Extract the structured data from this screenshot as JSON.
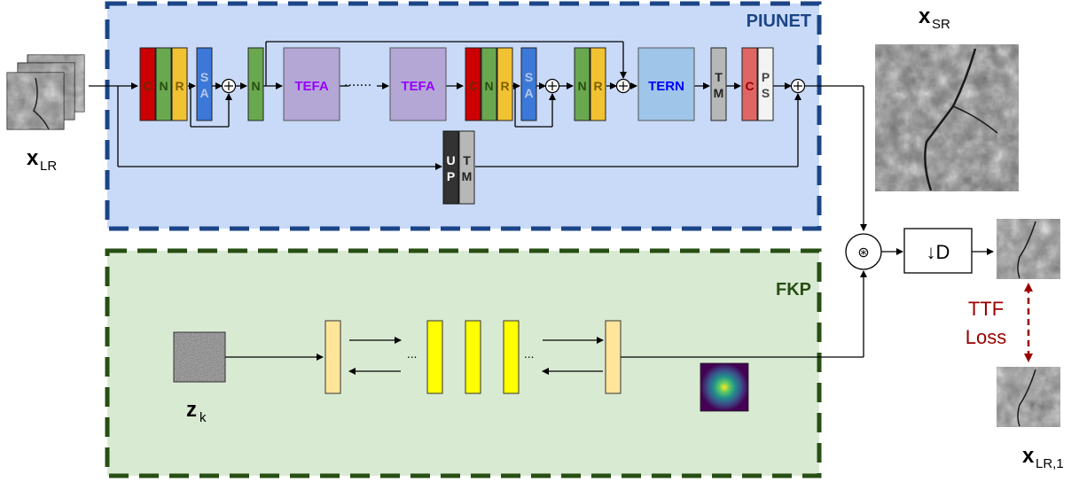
{
  "piunet": {
    "title": "PIUNET",
    "blocks": {
      "c": "C",
      "n": "N",
      "r": "R",
      "sa_top": "S",
      "sa_bot": "A",
      "tefa": "TEFA",
      "dots": "·······",
      "tern": "TERN",
      "tm_top": "T",
      "tm_bot": "M",
      "ps_top": "P",
      "ps_bot": "S",
      "up_top": "U",
      "up_bot": "P"
    }
  },
  "fkp": {
    "title": "FKP",
    "ellipsis": "..."
  },
  "labels": {
    "x_lr_main": "x",
    "x_lr_sub": "LR",
    "x_sr_main": "x",
    "x_sr_sub": "SR",
    "z_main": "z",
    "z_sub": "k",
    "x_lr1_main": "x",
    "x_lr1_sub": "LR,1",
    "conv_symbol": "⊛",
    "down": "↓D",
    "ttf": "TTF",
    "loss": "Loss"
  },
  "colors": {
    "piunet_bg": "#c9daf8",
    "piunet_border": "#1c4587",
    "fkp_bg": "#d9ead3",
    "fkp_border": "#274e13",
    "conv_red": "#cc0000",
    "norm_green": "#6aa84f",
    "relu_yellow": "#f1c232",
    "sa_blue": "#3c78d8",
    "tefa_purple": "#b4a7d6",
    "tefa_text": "#9900ff",
    "tern_blue": "#9fc5e8",
    "tern_text": "#0000ff",
    "tm_gray": "#b7b7b7",
    "ps_white": "#f3f3f3",
    "conv_light_red": "#e06666",
    "up_dark": "#333333",
    "fkp_light": "#ffe599",
    "fkp_yellow": "#ffff00",
    "ttf_red": "#990000"
  }
}
